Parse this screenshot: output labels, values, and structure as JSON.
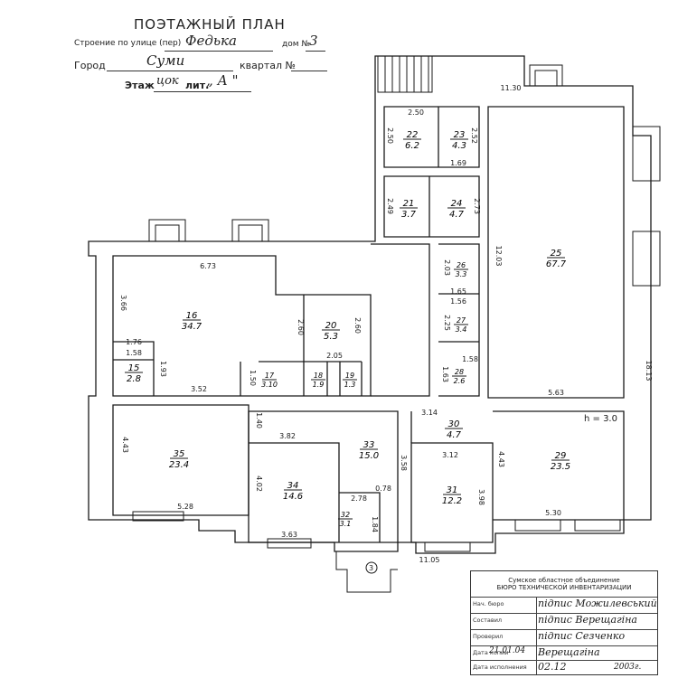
{
  "header": {
    "title": "ПОЭТАЖНЫЙ ПЛАН",
    "street_label": "Строение по улице (пер)",
    "street_value": "Федька",
    "house_label": "дом №",
    "house_value": "3",
    "city_label": "Город",
    "city_value": "Суми",
    "quarter_label": "квартал №",
    "floor_label": "Этаж",
    "floor_value": "цок",
    "lit_label": "лит.",
    "lit_value": "„ А \""
  },
  "rooms": [
    {
      "id": "rm-16",
      "num": "16",
      "area": "34.7"
    },
    {
      "id": "rm-15",
      "num": "15",
      "area": "2.8"
    },
    {
      "id": "rm-17",
      "num": "17",
      "area": "3.10"
    },
    {
      "id": "rm-18",
      "num": "18",
      "area": "1.9"
    },
    {
      "id": "rm-19",
      "num": "19",
      "area": "1.3"
    },
    {
      "id": "rm-20",
      "num": "20",
      "area": "5.3"
    },
    {
      "id": "rm-21",
      "num": "21",
      "area": "3.7"
    },
    {
      "id": "rm-22",
      "num": "22",
      "area": "6.2"
    },
    {
      "id": "rm-23",
      "num": "23",
      "area": "4.3"
    },
    {
      "id": "rm-24",
      "num": "24",
      "area": "4.7"
    },
    {
      "id": "rm-25",
      "num": "25",
      "area": "67.7"
    },
    {
      "id": "rm-26",
      "num": "26",
      "area": "3.3"
    },
    {
      "id": "rm-27",
      "num": "27",
      "area": "3.4"
    },
    {
      "id": "rm-28",
      "num": "28",
      "area": "2.6"
    },
    {
      "id": "rm-29",
      "num": "29",
      "area": "23.5"
    },
    {
      "id": "rm-30",
      "num": "30",
      "area": "4.7"
    },
    {
      "id": "rm-31",
      "num": "31",
      "area": "12.2"
    },
    {
      "id": "rm-32",
      "num": "32",
      "area": "3.1"
    },
    {
      "id": "rm-33",
      "num": "33",
      "area": "15.0"
    },
    {
      "id": "rm-34",
      "num": "34",
      "area": "14.6"
    },
    {
      "id": "rm-35",
      "num": "35",
      "area": "23.4"
    }
  ],
  "dimensions": [
    "6.73",
    "3.66",
    "1.76",
    "1.58",
    "1.93",
    "3.52",
    "2.60",
    "2.05",
    "2.60",
    "1.50",
    "11.30",
    "2.50",
    "2.50",
    "2.52",
    "1.69",
    "2.49",
    "2.73",
    "12.03",
    "2.03",
    "1.65",
    "1.56",
    "2.25",
    "1.58",
    "1.63",
    "5.63",
    "18.13",
    "3.14",
    "4.43",
    "5.28",
    "1.40",
    "3.82",
    "4.02",
    "3.63",
    "3.58",
    "2.78",
    "0.78",
    "1.84",
    "3.12",
    "4.43",
    "3.98",
    "5.30",
    "11.05"
  ],
  "height_note": "h = 3.0",
  "entrance_mark": "3",
  "stamp": {
    "org_line1": "Сумское областное объединение",
    "org_line2": "БЮРО ТЕХНИЧЕСКОЙ ИНВЕНТАРИЗАЦИИ",
    "rows": [
      {
        "label": "Нач. бюро",
        "value": "підпис Можилевський"
      },
      {
        "label": "Составил",
        "value": "підпис Верещагіна"
      },
      {
        "label": "Проверил",
        "value": "підпис Сезченко"
      },
      {
        "label": "Дата копии",
        "value": "Верещагіна"
      },
      {
        "label": "Дата исполнения",
        "value": "02.12"
      }
    ],
    "date1": "21.01.04",
    "year": "2003г."
  }
}
